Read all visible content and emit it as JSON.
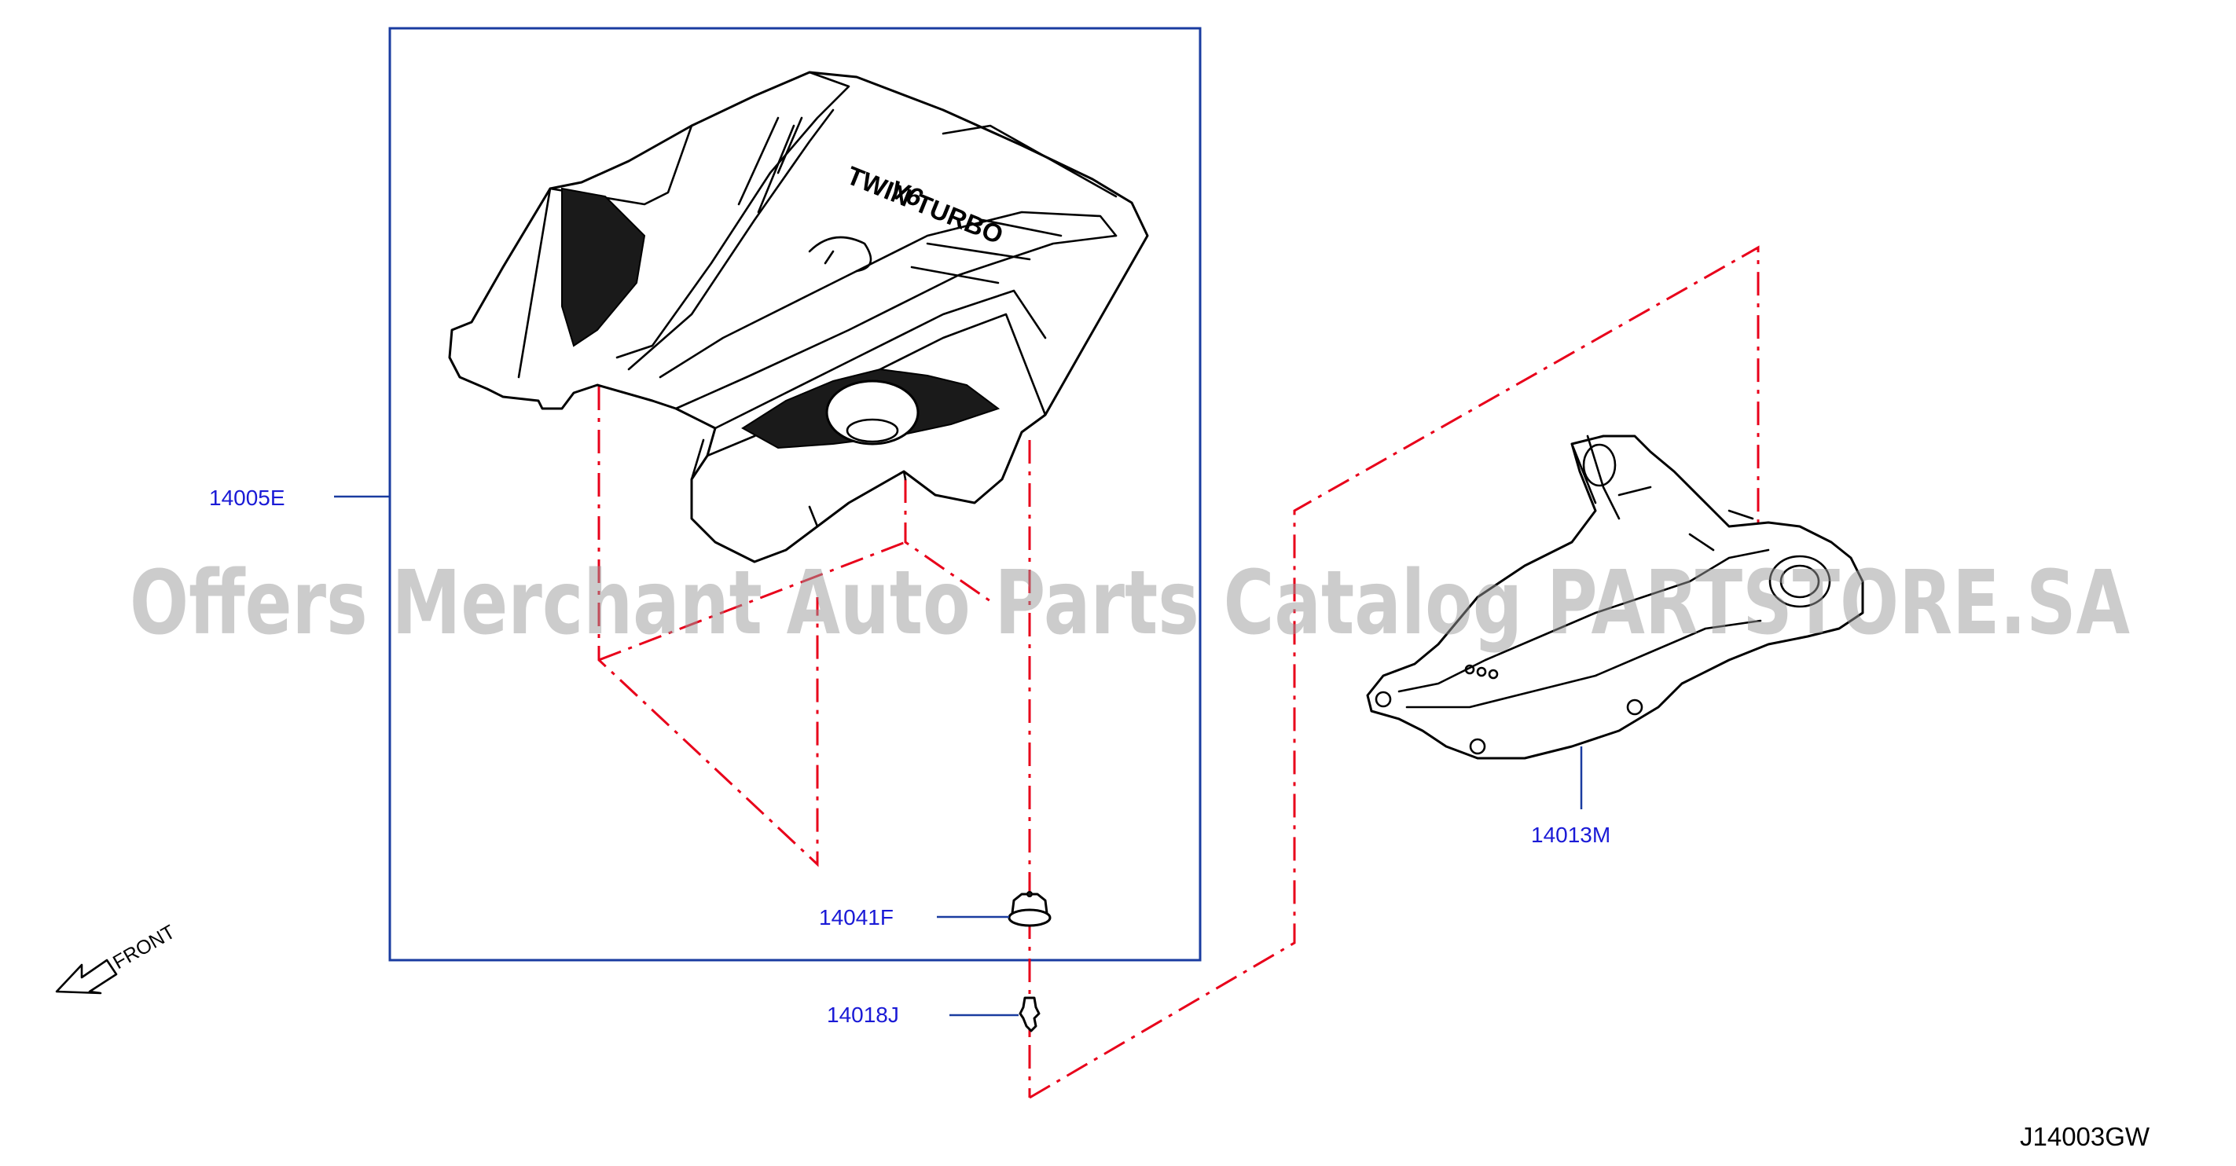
{
  "diagram": {
    "parts": [
      {
        "id": "engine-cover",
        "label": "14005E"
      },
      {
        "id": "intake-manifold-cover",
        "label": "14013M"
      },
      {
        "id": "grommet",
        "label": "14041F"
      },
      {
        "id": "clip",
        "label": "14018J"
      }
    ],
    "cover_text": {
      "model": "V6",
      "badge": "TWIN TURBO"
    },
    "front_indicator": "FRONT",
    "reference_code": "J14003GW",
    "watermark": "Offers Merchant Auto Parts Catalog PARTSTORE.SA"
  },
  "colors": {
    "label_text": "#1a1ad6",
    "leader_line": "#1a3ca0",
    "phantom_line": "#e8001a",
    "outline": "#000000"
  }
}
